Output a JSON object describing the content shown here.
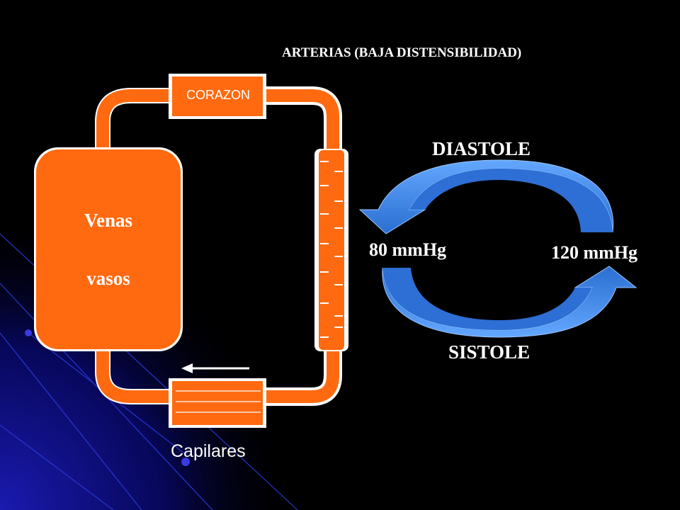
{
  "diagram": {
    "title": "ARTERIAS  (BAJA DISTENSIBILIDAD)",
    "heart_label": "CORAZON",
    "veins_label_line1": "Venas",
    "veins_label_line2": "vasos",
    "capillaries_label": "Capilares",
    "cycle": {
      "top_label": "DIASTOLE",
      "bottom_label": "SISTOLE",
      "left_pressure": "80 mmHg",
      "right_pressure": "120 mmHg"
    }
  },
  "colors": {
    "background": "#000000",
    "vessel_orange": "#ff6a10",
    "vessel_outline": "#ffffff",
    "cycle_arrow_blue": "#3d86e0",
    "text": "#ffffff"
  }
}
